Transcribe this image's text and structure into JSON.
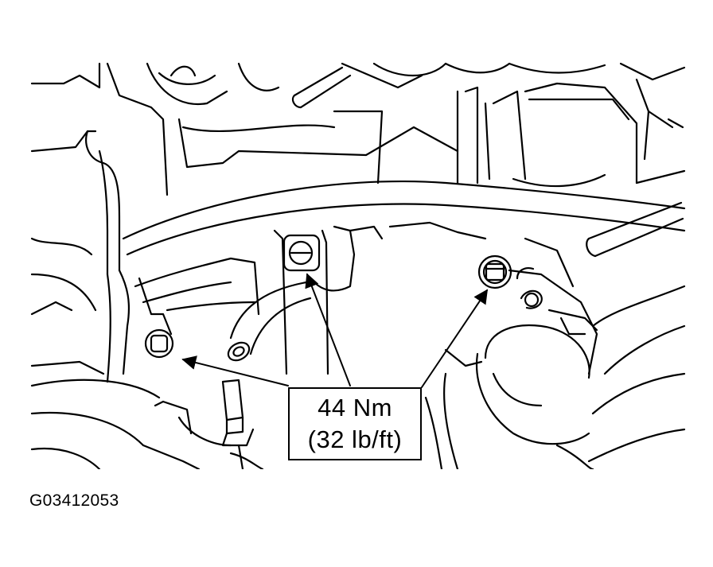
{
  "callout": {
    "torque_metric": "44 Nm",
    "torque_imperial": "(32 lb/ft)"
  },
  "figure_id": "G03412053",
  "colors": {
    "line": "#000000",
    "background": "#ffffff"
  }
}
